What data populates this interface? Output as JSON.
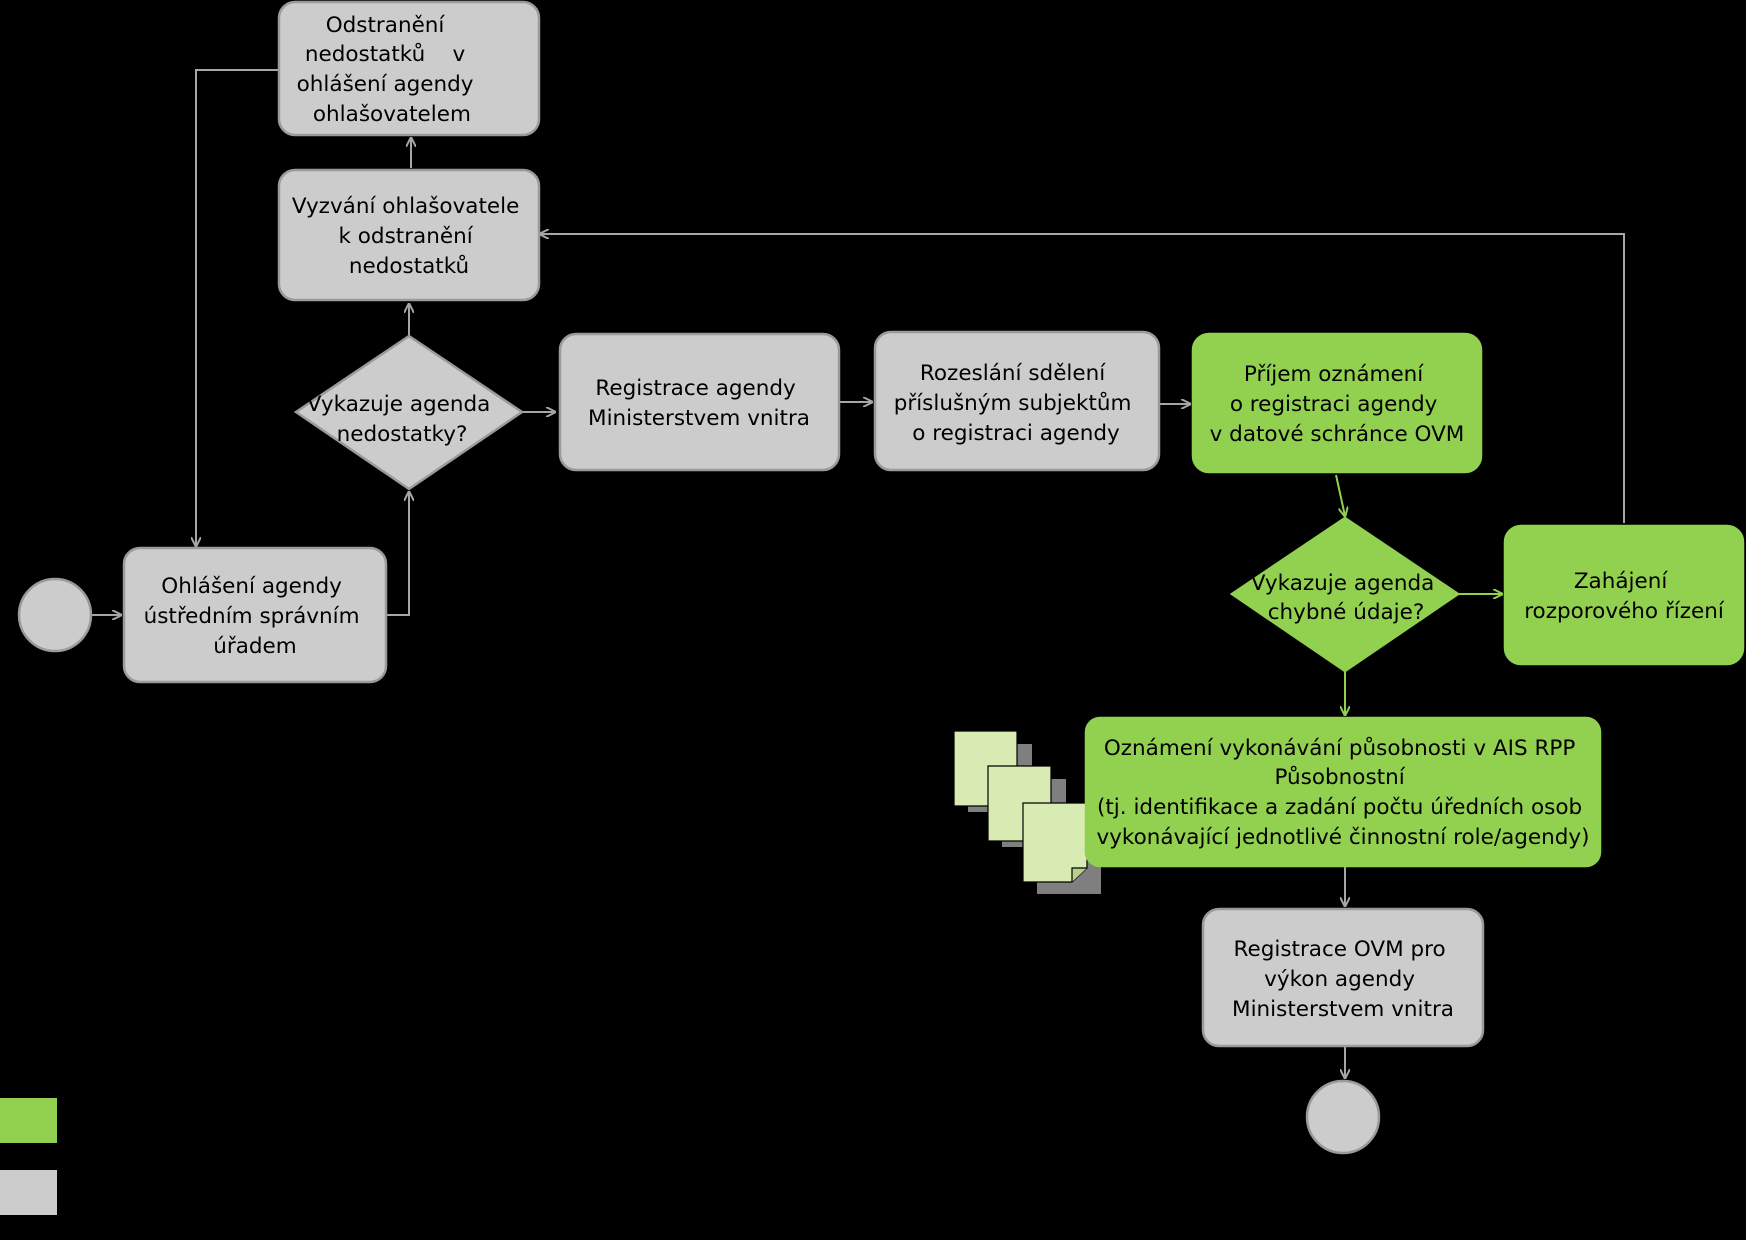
{
  "nodes": {
    "start": "",
    "ohlaseni": [
      "Ohlášení agendy",
      "ústředním správním",
      "úřadem"
    ],
    "decision1": [
      "Vykazuje agenda",
      "nedostatky?"
    ],
    "vyzvani": [
      "Vyzvání ohlašovatele",
      "k odstranění",
      "nedostatků"
    ],
    "odstraneni": [
      "Odstranění",
      "nedostatků    v",
      "ohlášení agendy",
      "ohlašovatelem"
    ],
    "registrace": [
      "Registrace agendy",
      "Ministerstvem vnitra"
    ],
    "rozeslani": [
      "Rozeslání sdělení",
      "příslušným subjektům",
      "o registraci agendy"
    ],
    "prijem": [
      "Příjem oznámení",
      "o registraci agendy",
      "v datové schránce OVM"
    ],
    "decision2": [
      "Vykazuje agenda",
      "chybné údaje?"
    ],
    "zahajeni": [
      "Zahájení",
      "rozporového řízení"
    ],
    "oznameni": [
      "Oznámení vykonávání působnosti v AIS RPP",
      "Působnostní",
      "(tj. identifikace a zadání počtu úředních osob",
      "vykonávající jednotlivé činnostní role/agendy)"
    ],
    "registrace_ovm": [
      "Registrace OVM pro",
      "výkon agendy",
      "Ministerstvem vnitra"
    ]
  },
  "legend": {
    "green_label": "",
    "grey_label": ""
  },
  "colors": {
    "green": "#92d050",
    "grey": "#cccccc",
    "doc": "#d8ebb2",
    "background": "#000000"
  }
}
